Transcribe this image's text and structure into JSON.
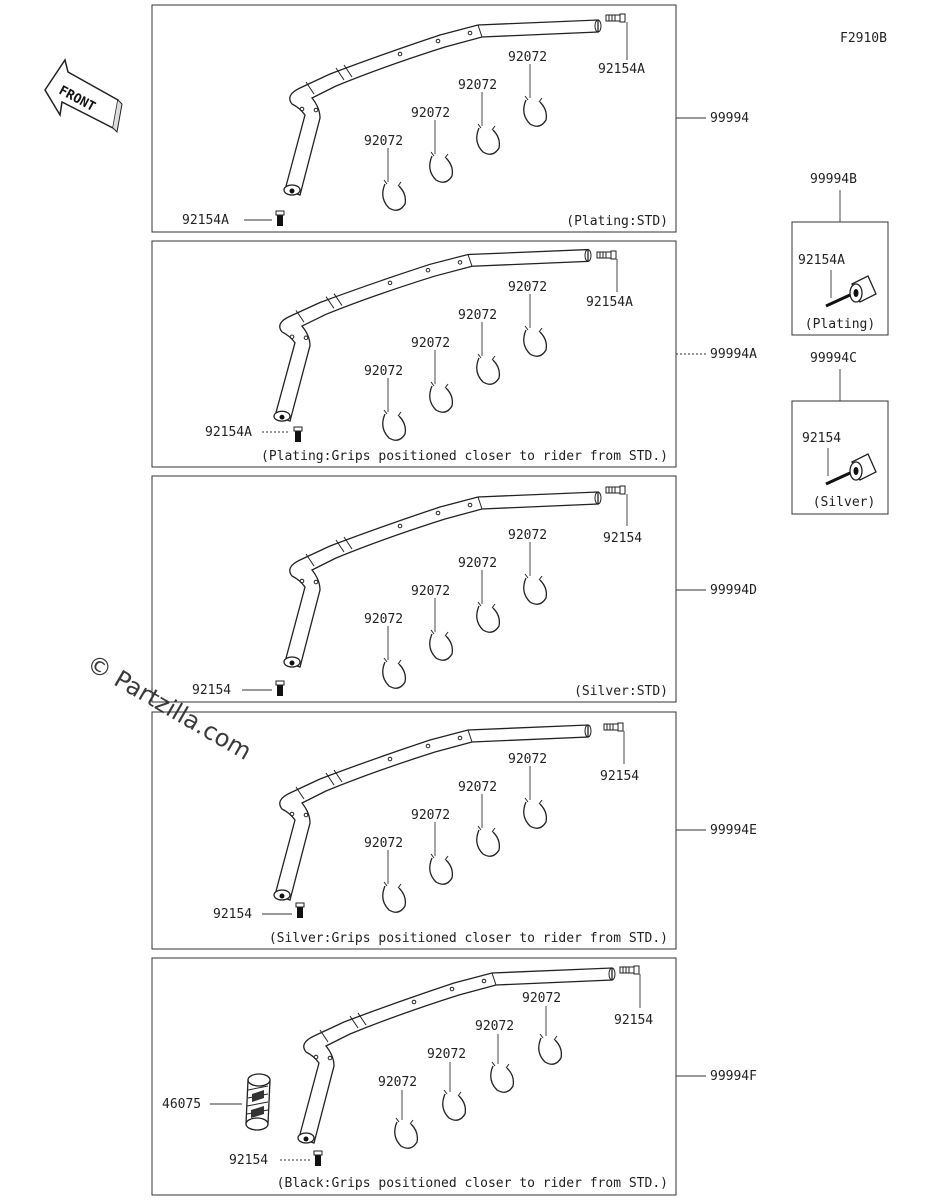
{
  "figure_code": "F2910B",
  "front_label": "FRONT",
  "watermark": "© Partzilla.com",
  "panels": [
    {
      "assembly": "99994",
      "note": "(Plating:STD)",
      "bolt_top": "92154A",
      "bolt_bottom": "92154A",
      "clamps": [
        "92072",
        "92072",
        "92072",
        "92072"
      ]
    },
    {
      "assembly": "99994A",
      "note": "(Plating:Grips positioned closer to rider from STD.)",
      "bolt_top": "92154A",
      "bolt_bottom": "92154A",
      "clamps": [
        "92072",
        "92072",
        "92072",
        "92072"
      ]
    },
    {
      "assembly": "99994D",
      "note": "(Silver:STD)",
      "bolt_top": "92154",
      "bolt_bottom": "92154",
      "clamps": [
        "92072",
        "92072",
        "92072",
        "92072"
      ]
    },
    {
      "assembly": "99994E",
      "note": "(Silver:Grips positioned closer to rider from STD.)",
      "bolt_top": "92154",
      "bolt_bottom": "92154",
      "clamps": [
        "92072",
        "92072",
        "92072",
        "92072"
      ]
    },
    {
      "assembly": "99994F",
      "note": "(Black:Grips positioned closer to rider from STD.)",
      "bolt_top": "92154",
      "bolt_bottom": "92154",
      "grip": "46075",
      "clamps": [
        "92072",
        "92072",
        "92072",
        "92072"
      ]
    }
  ],
  "side_kits": [
    {
      "assembly": "99994B",
      "bolt": "92154A",
      "note": "(Plating)"
    },
    {
      "assembly": "99994C",
      "bolt": "92154",
      "note": "(Silver)"
    }
  ]
}
